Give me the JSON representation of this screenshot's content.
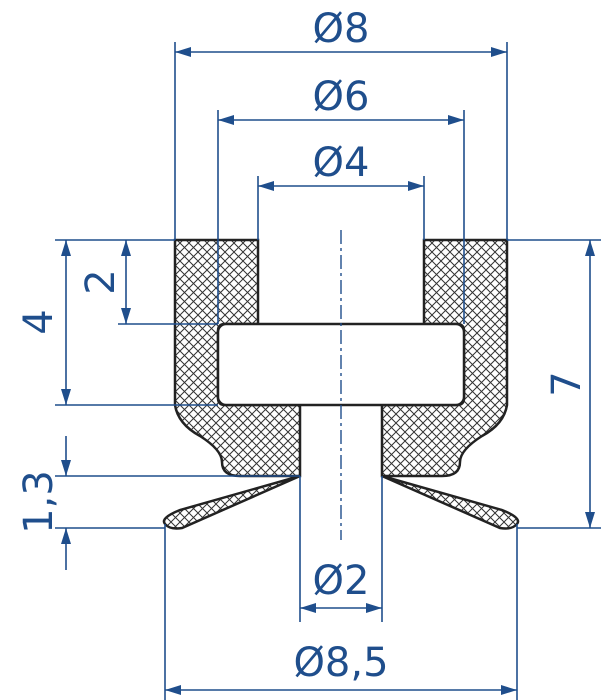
{
  "dimensions": {
    "d8": "Ø8",
    "d6": "Ø6",
    "d4": "Ø4",
    "d2": "Ø2",
    "d8_5": "Ø8,5",
    "h4": "4",
    "h2": "2",
    "h7": "7",
    "h1_3": "1,3"
  },
  "colors": {
    "dimension": "#1f4e8c",
    "outline": "#222222",
    "hatch": "#333333"
  }
}
